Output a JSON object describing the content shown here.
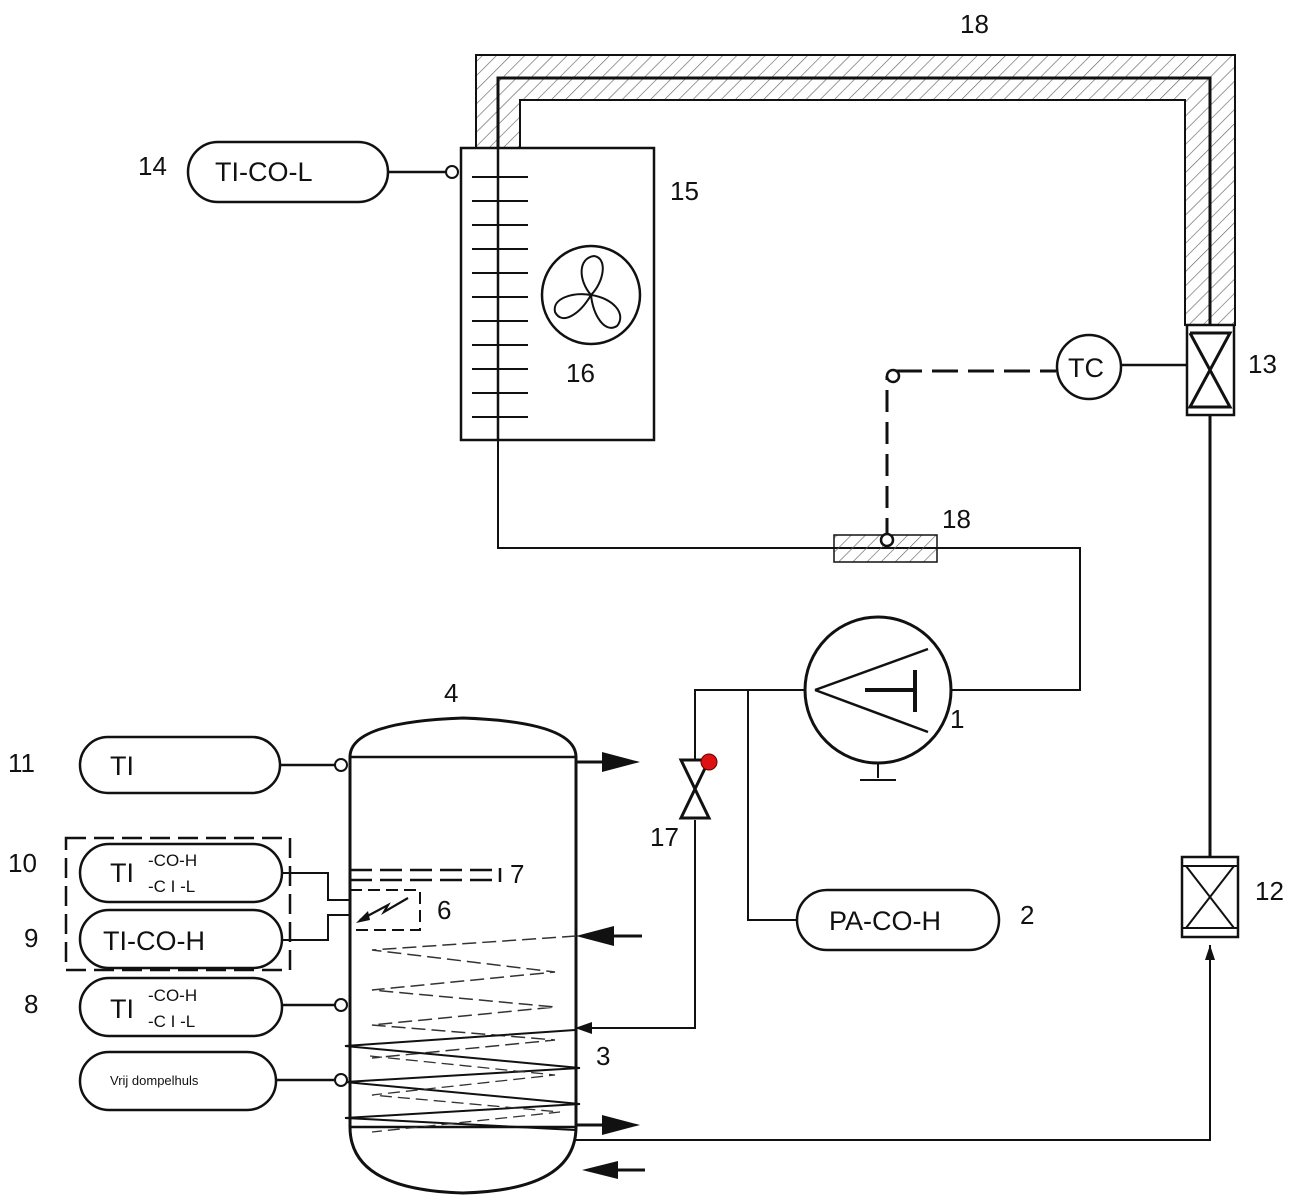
{
  "title": "",
  "numbers": {
    "n1": "1",
    "n2": "2",
    "n3": "3",
    "n4": "4",
    "n6": "6",
    "n7": "7",
    "n8": "8",
    "n9": "9",
    "n10": "10",
    "n11": "11",
    "n12": "12",
    "n13": "13",
    "n14": "14",
    "n15": "15",
    "n16": "16",
    "n17": "17",
    "n18_top": "18",
    "n18_mid": "18"
  },
  "instruments": {
    "ti_co_l": "TI-CO-L",
    "tc": "TC",
    "pa_co_h": "PA-CO-H",
    "ti_11": "TI",
    "ti_10_main": "TI",
    "ti_10_sup1": "-CO-H",
    "ti_10_sup2": "-C I -L",
    "ti_co_h_9": "TI-CO-H",
    "ti_8_main": "TI",
    "ti_8_sup1": "-CO-H",
    "ti_8_sup2": "-C I -L",
    "vrij": "Vrij dompelhuls"
  },
  "colors": {
    "line": "#111111",
    "hatch": "#555555",
    "sensor_dot": "#dd1111"
  }
}
